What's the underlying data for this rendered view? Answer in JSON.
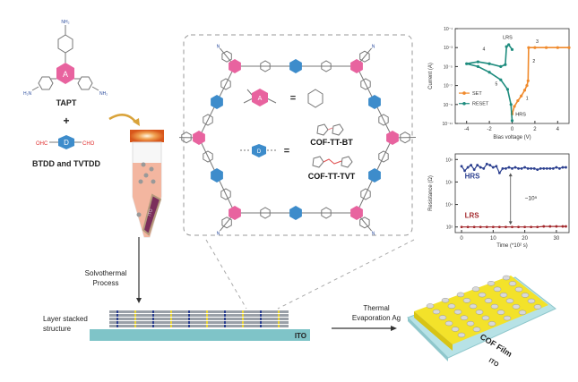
{
  "monomers": {
    "tapt_label": "TAPT",
    "tapt_core": "A",
    "nh2": "NH₂",
    "h2n": "H₂N",
    "plus": "+",
    "dialdehyde_core": "D",
    "ohc": "OHC",
    "cho": "CHO",
    "dialdehyde_label": "BTDD and TVTDD"
  },
  "framework": {
    "a_symbol": "A",
    "d_symbol": "D",
    "equals": "=",
    "n_label": "N",
    "s_label": "S",
    "cof1": "COF-TT-BT",
    "cof2": "COF-TT-TVT"
  },
  "tube": {
    "substrate_label": "ITO"
  },
  "process": {
    "solvothermal": "Solvothermal",
    "process": "Process",
    "stacked1": "Layer stacked",
    "stacked2": "structure",
    "ito": "ITO",
    "thermal": "Thermal",
    "evap": "Evaporation Ag"
  },
  "device": {
    "film": "COF Film",
    "ito": "ITO"
  },
  "colors": {
    "pink": "#e8639f",
    "blue": "#3d8ccb",
    "set": "#f08a2c",
    "reset": "#1e8c7e",
    "hrs": "#2b3f8f",
    "lrs": "#a3282c",
    "ito": "#7fc4c8",
    "film": "#f3e22a"
  },
  "chart_data": [
    {
      "type": "line",
      "title": "",
      "xlabel": "Bias voltage (V)",
      "ylabel": "Current (A)",
      "xlim": [
        -5,
        5
      ],
      "ylim_log10": [
        -11,
        -1
      ],
      "xticks": [
        "-4",
        "-2",
        "0",
        "2",
        "4"
      ],
      "yticks": [
        "10⁻¹",
        "10⁻³",
        "10⁻⁵",
        "10⁻⁷",
        "10⁻⁹",
        "10⁻¹¹"
      ],
      "legend": [
        "SET",
        "RESET"
      ],
      "legend_position": "bottom-left",
      "annotations": [
        "LRS",
        "HRS",
        "1",
        "2",
        "3",
        "4",
        "5"
      ],
      "series": [
        {
          "name": "SET",
          "x": [
            0,
            0.2,
            0.5,
            0.8,
            1.1,
            1.3,
            1.4,
            1.45,
            2,
            3,
            4,
            5
          ],
          "log10_y": [
            -10,
            -9.2,
            -8.6,
            -8.1,
            -7.5,
            -7.0,
            -6.5,
            -3,
            -3,
            -3,
            -3,
            -3
          ]
        },
        {
          "name": "RESET",
          "x": [
            0,
            -0.1,
            -0.4,
            -1,
            -2,
            -3,
            -4,
            -3,
            -2,
            -1,
            -0.6,
            -0.5,
            -0.3,
            0
          ],
          "log10_y": [
            -10.7,
            -9,
            -7.4,
            -6.4,
            -5.6,
            -5.0,
            -4.7,
            -4.5,
            -4.7,
            -5,
            -4.8,
            -2.9,
            -2.7,
            -3.2
          ]
        }
      ]
    },
    {
      "type": "scatter",
      "title": "",
      "xlabel": "Time (*10² s)",
      "ylabel": "Resistance (Ω)",
      "xlim": [
        -2,
        34
      ],
      "ylim_log10": [
        1.5,
        8.5
      ],
      "xticks": [
        "0",
        "10",
        "20",
        "30"
      ],
      "yticks": [
        "10⁸",
        "10⁶",
        "10⁴",
        "10²"
      ],
      "annotations": [
        "HRS",
        "LRS",
        "~10⁵"
      ],
      "series": [
        {
          "name": "HRS",
          "x": [
            0,
            1,
            2,
            3,
            4,
            5,
            6,
            7,
            8,
            9,
            10,
            11,
            12,
            13,
            14,
            15,
            16,
            17,
            18,
            19,
            20,
            21,
            22,
            23,
            24,
            25,
            26,
            27,
            28,
            29,
            30,
            31,
            32,
            33
          ],
          "log10_y": [
            7.4,
            7.0,
            7.3,
            7.5,
            7.1,
            7.5,
            7.3,
            7.2,
            7.6,
            7.5,
            7.3,
            7.4,
            6.8,
            7.2,
            7.2,
            7.3,
            7.2,
            7.3,
            7.2,
            7.2,
            7.3,
            7.2,
            7.2,
            7.2,
            7.1,
            7.2,
            7.2,
            7.2,
            7.2,
            7.2,
            7.3,
            7.2,
            7.3,
            7.3
          ]
        },
        {
          "name": "LRS",
          "x": [
            0,
            2,
            4,
            6,
            8,
            10,
            12,
            14,
            16,
            18,
            20,
            22,
            24,
            26,
            28,
            30,
            32,
            33
          ],
          "log10_y": [
            2,
            2,
            2,
            2,
            2,
            2,
            2,
            2,
            2,
            2,
            2,
            2,
            2,
            2.05,
            2.05,
            2.05,
            2.05,
            2.05
          ]
        }
      ]
    }
  ]
}
